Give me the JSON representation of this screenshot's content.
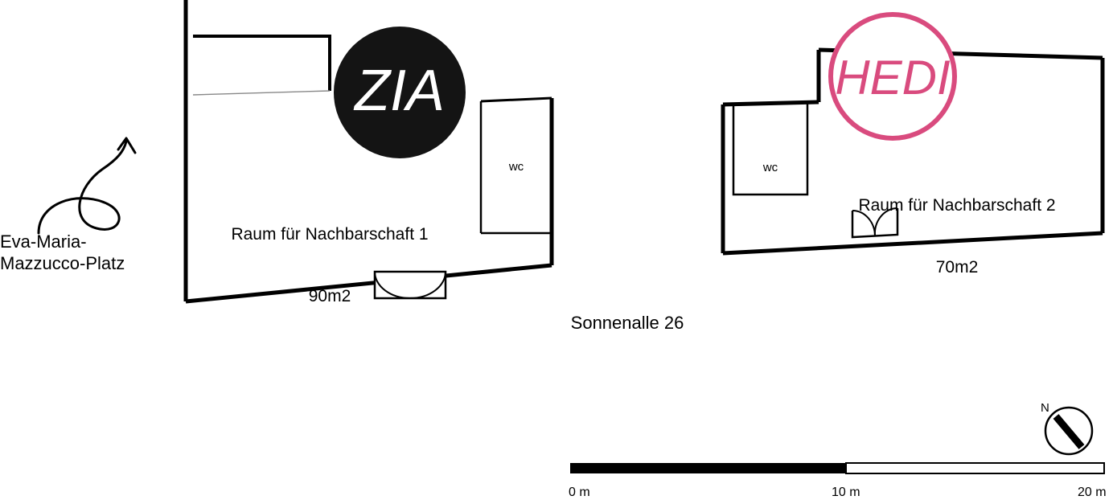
{
  "diagram": {
    "type": "architectural-floor-plan",
    "title_street": "Sonnenalle 26",
    "square_label": "Eva-Maria-\nMazzucco-Platz",
    "rooms": [
      {
        "name": "Raum für Nachbarschaft 1",
        "area": "90m2",
        "wc_label": "wc",
        "badge": "ZIA",
        "badge_fill": "#141414",
        "badge_text_color": "#ffffff"
      },
      {
        "name": "Raum für Nachbarschaft 2",
        "area": "70m2",
        "wc_label": "wc",
        "badge": "HEDI",
        "badge_fill": "#ffffff",
        "badge_text_color": "#d94b7e",
        "badge_stroke": "#d94b7e"
      }
    ],
    "scalebar": {
      "ticks": [
        "0 m",
        "10 m",
        "20 m"
      ],
      "filled_color": "#000000",
      "empty_color": "#ffffff"
    },
    "compass": {
      "label": "N"
    },
    "colors": {
      "wall": "#000000",
      "accent_pink": "#d94b7e",
      "black_badge": "#141414"
    }
  }
}
